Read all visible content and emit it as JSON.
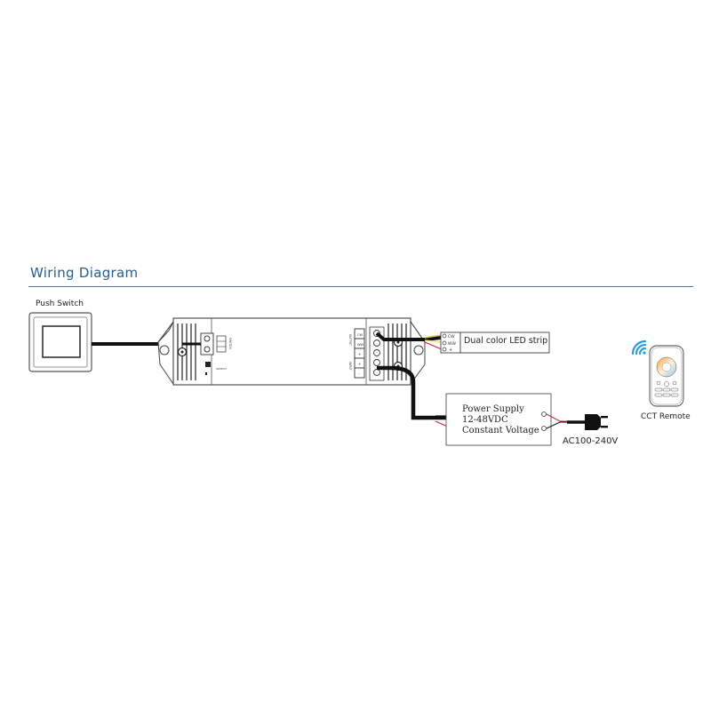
{
  "header": {
    "title": "Wiring Diagram"
  },
  "push_switch": {
    "label": "Push Switch"
  },
  "led_strip": {
    "label": "Dual color LED strip",
    "pins": [
      "CW",
      "WW",
      "+"
    ]
  },
  "power_supply": {
    "line1": "Power Supply",
    "line2": "12-48VDC",
    "line3": "Constant Voltage"
  },
  "mains": {
    "label": "AC100-240V"
  },
  "remote": {
    "label": "CCT Remote"
  },
  "controller": {
    "terminal_labels": [
      "CW",
      "WW",
      "+",
      "+",
      "-"
    ],
    "group_labels": [
      "OUTPUT",
      "INPUT"
    ],
    "switch_label": "SWITCH"
  },
  "colors": {
    "title": "#2a5d8c",
    "rule": "#4a7aa3",
    "wire": "#111111",
    "positive": "#d0242b",
    "cw_wire": "#e7c04a",
    "ww_wire": "#f0e08a",
    "signal": "#2a9fd6"
  }
}
